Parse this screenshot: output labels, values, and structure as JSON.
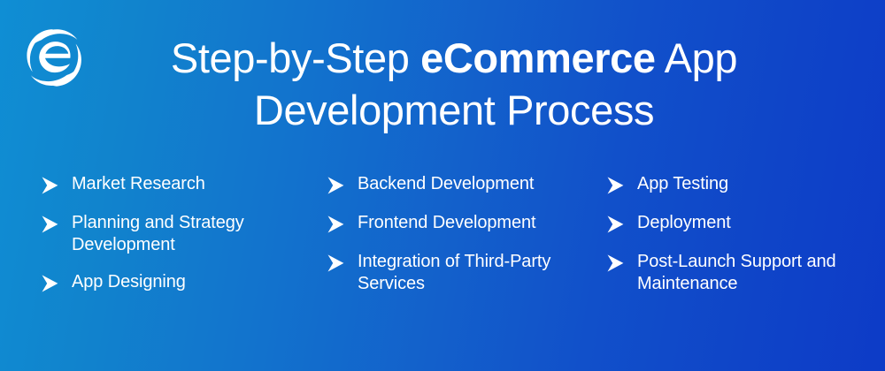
{
  "banner": {
    "background_gradient_from": "#0f8ed4",
    "background_gradient_to": "#0d3bc7",
    "text_color": "#ffffff"
  },
  "header": {
    "logo": {
      "icon": "stylized-e-sphere-logo",
      "color": "#ffffff"
    },
    "title": {
      "line_1_part_1": "Step-by-Step ",
      "line_1_emphasis": "eCommerce",
      "line_1_part_2": " App",
      "line_2": "Development Process"
    }
  },
  "columns": [
    {
      "id": "column-1",
      "items": [
        {
          "bullet_icon": "chevron-right-icon",
          "label": "Market Research"
        },
        {
          "bullet_icon": "chevron-right-icon",
          "label": "Planning and Strategy Development"
        },
        {
          "bullet_icon": "chevron-right-icon",
          "label": "App Designing"
        }
      ]
    },
    {
      "id": "column-2",
      "items": [
        {
          "bullet_icon": "chevron-right-icon",
          "label": "Backend Development"
        },
        {
          "bullet_icon": "chevron-right-icon",
          "label": "Frontend Development"
        },
        {
          "bullet_icon": "chevron-right-icon",
          "label": "Integration of Third-Party Services"
        }
      ]
    },
    {
      "id": "column-3",
      "items": [
        {
          "bullet_icon": "chevron-right-icon",
          "label": "App Testing"
        },
        {
          "bullet_icon": "chevron-right-icon",
          "label": "Deployment"
        },
        {
          "bullet_icon": "chevron-right-icon",
          "label": "Post-Launch Support and Maintenance"
        }
      ]
    }
  ]
}
